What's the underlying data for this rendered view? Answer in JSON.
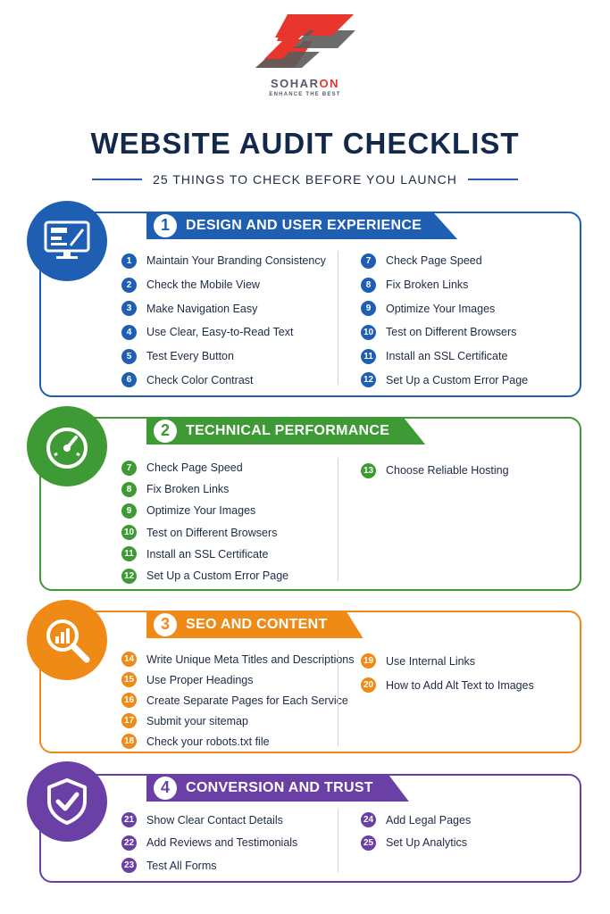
{
  "brand": {
    "name_part1": "SOHAR",
    "name_part2": "ON",
    "tagline": "ENHANCE THE BEST",
    "logo_colors": [
      "#e8352e",
      "#5c5c5c"
    ]
  },
  "title": "WEBSITE AUDIT CHECKLIST",
  "subtitle": "25 THINGS TO CHECK BEFORE YOU LAUNCH",
  "sections": [
    {
      "number": "1",
      "title": "DESIGN AND USER EXPERIENCE",
      "color": "#1f5fb3",
      "icon": "monitor-design-icon",
      "left": [
        {
          "n": "1",
          "text": "Maintain Your Branding Consistency"
        },
        {
          "n": "2",
          "text": "Check the Mobile View"
        },
        {
          "n": "3",
          "text": "Make Navigation Easy"
        },
        {
          "n": "4",
          "text": "Use Clear, Easy-to-Read Text"
        },
        {
          "n": "5",
          "text": "Test Every Button"
        },
        {
          "n": "6",
          "text": "Check Color Contrast"
        }
      ],
      "right": [
        {
          "n": "7",
          "text": "Check Page Speed"
        },
        {
          "n": "8",
          "text": "Fix Broken Links"
        },
        {
          "n": "9",
          "text": "Optimize Your Images"
        },
        {
          "n": "10",
          "text": "Test on Different Browsers"
        },
        {
          "n": "11",
          "text": "Install an SSL Certificate"
        },
        {
          "n": "12",
          "text": "Set Up a Custom Error Page"
        }
      ]
    },
    {
      "number": "2",
      "title": "TECHNICAL PERFORMANCE",
      "color": "#3d9a34",
      "icon": "speedometer-icon",
      "left": [
        {
          "n": "7",
          "text": "Check Page Speed"
        },
        {
          "n": "8",
          "text": "Fix Broken Links"
        },
        {
          "n": "9",
          "text": "Optimize Your Images"
        },
        {
          "n": "10",
          "text": "Test on Different Browsers"
        },
        {
          "n": "11",
          "text": "Install an SSL Certificate"
        },
        {
          "n": "12",
          "text": "Set Up a Custom Error Page"
        }
      ],
      "right": [
        {
          "n": "13",
          "text": "Choose Reliable Hosting"
        }
      ]
    },
    {
      "number": "3",
      "title": "SEO AND CONTENT",
      "color": "#f08a17",
      "icon": "search-chart-icon",
      "left": [
        {
          "n": "14",
          "text": "Write Unique Meta Titles and Descriptions"
        },
        {
          "n": "15",
          "text": "Use Proper Headings"
        },
        {
          "n": "16",
          "text": "Create Separate Pages for Each Service"
        },
        {
          "n": "17",
          "text": "Submit your sitemap"
        },
        {
          "n": "18",
          "text": "Check your robots.txt file"
        }
      ],
      "right": [
        {
          "n": "19",
          "text": "Use Internal Links"
        },
        {
          "n": "20",
          "text": "How to Add Alt Text to Images"
        }
      ]
    },
    {
      "number": "4",
      "title": "CONVERSION AND TRUST",
      "color": "#6a3fa6",
      "icon": "shield-check-icon",
      "left": [
        {
          "n": "21",
          "text": "Show Clear Contact Details"
        },
        {
          "n": "22",
          "text": "Add Reviews and Testimonials"
        },
        {
          "n": "23",
          "text": "Test All Forms"
        }
      ],
      "right": [
        {
          "n": "24",
          "text": "Add Legal Pages"
        },
        {
          "n": "25",
          "text": "Set Up Analytics"
        }
      ]
    }
  ]
}
